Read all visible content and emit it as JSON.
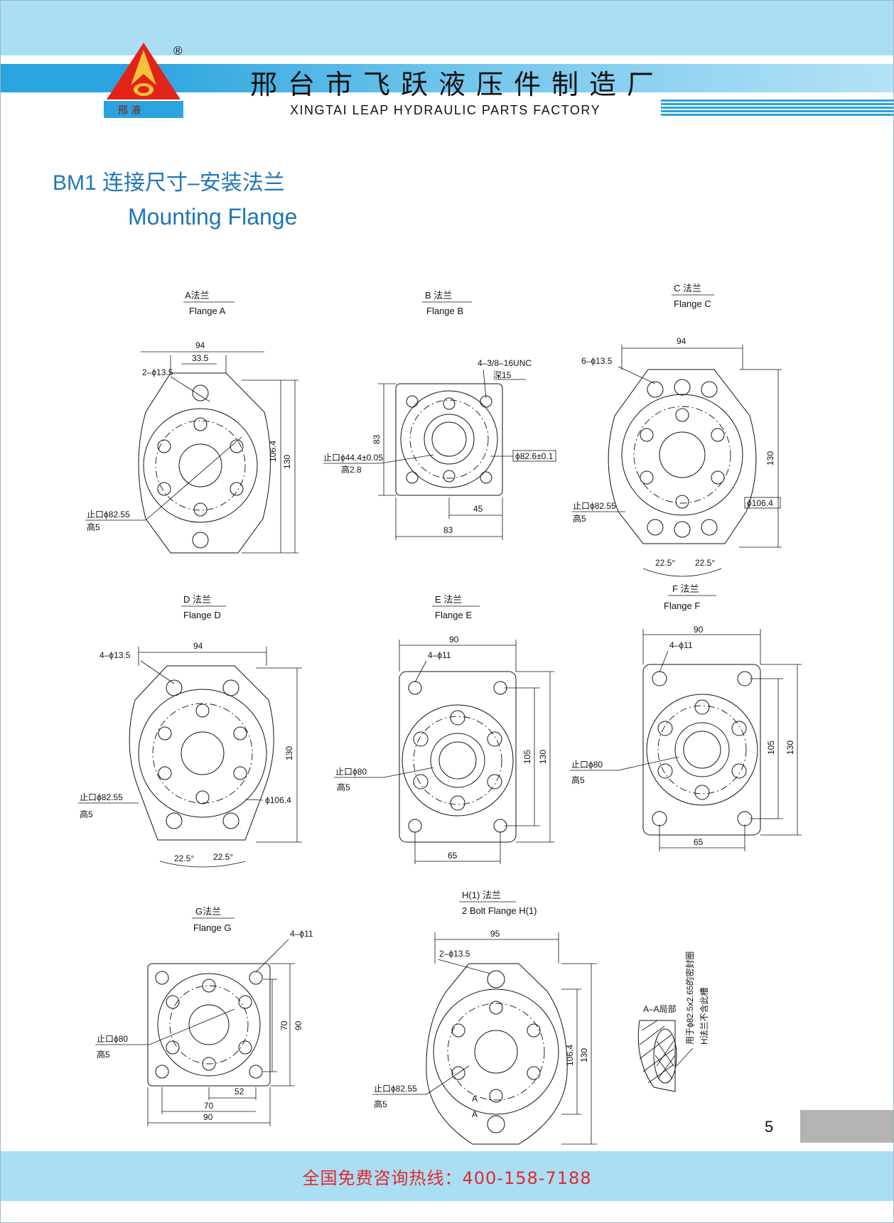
{
  "header": {
    "company_cn": "邢台市飞跃液压件制造厂",
    "company_en": "XINGTAI LEAP HYDRAULIC PARTS FACTORY",
    "registered_mark": "®",
    "logo_text": "邢 液",
    "logo_icon": "red-triangle-logo-icon"
  },
  "title": {
    "cn": "BM1 连接尺寸–安装法兰",
    "en": "Mounting Flange"
  },
  "flanges": {
    "a": {
      "cn": "A法兰",
      "en": "Flange A",
      "w": "94",
      "d1": "33.5",
      "holes": "2–ϕ13.5",
      "h1": "106.4",
      "h2": "130",
      "pilot": "止口ϕ82.55",
      "high": "高5"
    },
    "b": {
      "cn": "B 法兰",
      "en": "Flange B",
      "thread": "4–3/8–16UNC",
      "depth": "深15",
      "h": "83",
      "pilot": "止口ϕ44.4±0.05",
      "high": "高2.8",
      "pcd": "ϕ82.6±0.1",
      "d45": "45",
      "w": "83"
    },
    "c": {
      "cn": "C 法兰",
      "en": "Flange C",
      "w": "94",
      "holes": "6–ϕ13.5",
      "h": "130",
      "pilot": "止口ϕ82.55",
      "high": "高5",
      "pcd": "ϕ106.4",
      "ang1": "22.5°",
      "ang2": "22.5°"
    },
    "d": {
      "cn": "D 法兰",
      "en": "Flange D",
      "holes": "4–ϕ13.5",
      "w": "94",
      "h": "130",
      "pilot": "止口ϕ82.55",
      "high": "高5",
      "pcd": "ϕ106.4",
      "ang1": "22.5°",
      "ang2": "22.5°"
    },
    "e": {
      "cn": "E 法兰",
      "en": "Flange E",
      "w": "90",
      "holes": "4–ϕ11",
      "pilot": "止口ϕ80",
      "high": "高5",
      "h1": "105",
      "h2": "130",
      "d65": "65"
    },
    "f": {
      "cn": "F 法兰",
      "en": "Flange F",
      "w": "90",
      "holes": "4–ϕ11",
      "pilot": "止口ϕ80",
      "high": "高5",
      "h1": "105",
      "h2": "130",
      "d65": "65"
    },
    "g": {
      "cn": "G法兰",
      "en": "Flange G",
      "holes": "4–ϕ11",
      "pilot": "止口ϕ80",
      "high": "高5",
      "h1": "70",
      "h2": "90",
      "d52": "52",
      "d70": "70",
      "d90": "90"
    },
    "h": {
      "cn": "H(1) 法兰",
      "en": "2 Bolt Flange H(1)",
      "w": "95",
      "holes": "2–ϕ13.5",
      "h1": "106.4",
      "h2": "130",
      "pilot": "止口ϕ82.55",
      "high": "高5",
      "sec1": "A",
      "sec2": "A"
    }
  },
  "section": {
    "label": "A–A局部",
    "note1": "用于ϕ82.5x2.65的密封圈",
    "note2": "H法兰不含此槽"
  },
  "footer": {
    "page_number": "5",
    "hotline": "全国免费咨询热线：400-158-7188"
  },
  "colors": {
    "accent": "#2aa4de",
    "title": "#1e76b9",
    "hotline": "#e3282c"
  }
}
